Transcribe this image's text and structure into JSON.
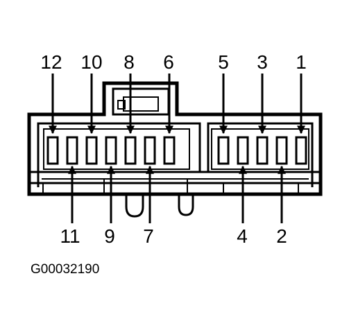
{
  "diagram": {
    "top_labels": [
      "12",
      "10",
      "8",
      "6",
      "5",
      "3",
      "1"
    ],
    "bottom_labels": [
      "11",
      "9",
      "7",
      "4",
      "2"
    ],
    "figure_code": "G00032190"
  }
}
